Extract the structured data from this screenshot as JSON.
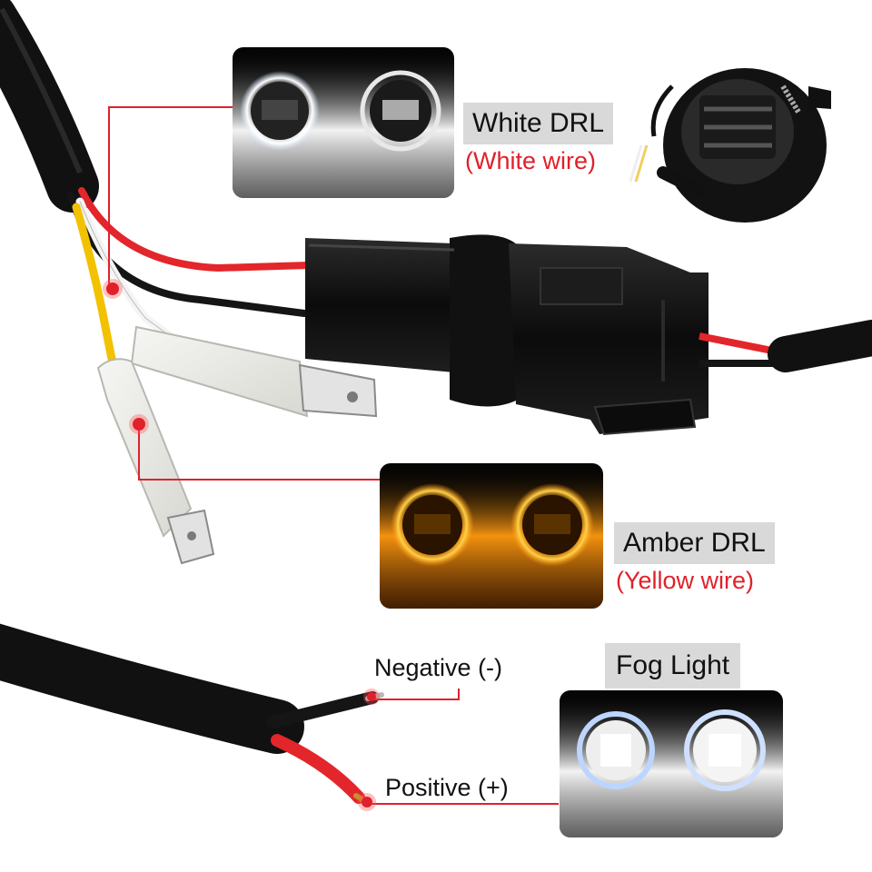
{
  "labels": {
    "white_drl": {
      "title": "White DRL",
      "wire": "(White wire)"
    },
    "amber_drl": {
      "title": "Amber DRL",
      "wire": "(Yellow wire)"
    },
    "fog_light": {
      "title": "Fog Light"
    },
    "negative": "Negative (-)",
    "positive": "Positive (+)"
  },
  "colors": {
    "callout_red": "#e0212b",
    "label_box_gray": "#d9d9d9",
    "wire_red": "#e3262b",
    "wire_yellow": "#f2c200",
    "wire_white": "#f4f4f4",
    "cable_black": "#111111",
    "amber_glow": "#ffa21a",
    "white_glow": "#ffffff"
  },
  "icons": [
    "fog-lamp-housing",
    "wire-harness-connector",
    "spade-terminal"
  ]
}
